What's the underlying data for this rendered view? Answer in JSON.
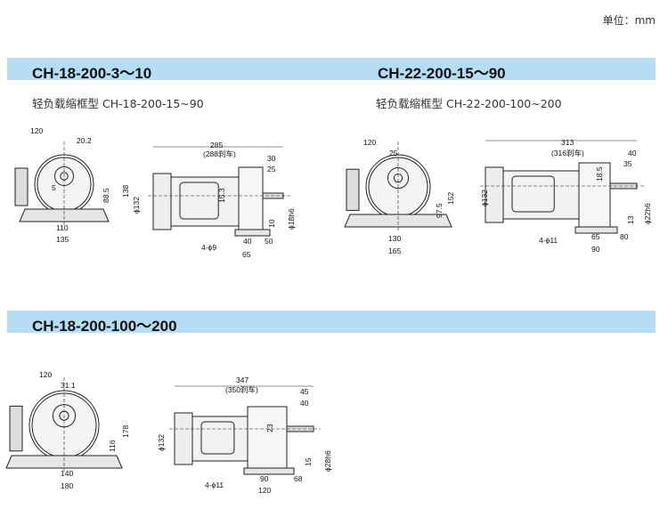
{
  "header": {
    "unit": "单位：mm"
  },
  "sections": [
    {
      "title": "CH-18-200-3～10",
      "subtitle": "轻负载缩框型 CH-18-200-15~90"
    },
    {
      "title": "CH-22-200-15～90",
      "subtitle": "轻负载缩框型 CH-22-200-100~200"
    },
    {
      "title": "CH-18-200-100～200"
    }
  ],
  "drawings": [
    {
      "front": {
        "width_120": "120",
        "shaft_offset": "20.2",
        "height_total": "138",
        "center_height": "88.5",
        "foot_inner": "110",
        "foot_outer": "135",
        "key": "5"
      },
      "side": {
        "length": "285",
        "length_brake": "(288刹车)",
        "shaft_30": "30",
        "shaft_25": "25",
        "gear_offset": "15.3",
        "motor_dia": "ϕ132",
        "shaft_dia": "ϕ18h6",
        "base_h": "10",
        "holes": "4-ϕ9",
        "foot_40": "40",
        "foot_50": "50",
        "foot_65": "65"
      }
    },
    {
      "front": {
        "width_120": "120",
        "shaft_offset": "25",
        "height_total": "152",
        "center_height": "97.5",
        "foot_inner": "130",
        "foot_outer": "165"
      },
      "side": {
        "length": "313",
        "length_brake": "(316刹车)",
        "shaft_40": "40",
        "shaft_35": "35",
        "gear_offset": "18.5",
        "motor_dia": "ϕ132",
        "shaft_dia": "ϕ22h6",
        "base_h": "13",
        "holes": "4-ϕ11",
        "foot_65": "65",
        "foot_80": "80",
        "foot_90": "90"
      }
    },
    {
      "front": {
        "width_120": "120",
        "shaft_offset": "31.1",
        "height_total": "178",
        "center_height": "116",
        "foot_inner": "140",
        "foot_outer": "180"
      },
      "side": {
        "length": "347",
        "length_brake": "(350刹车)",
        "shaft_45": "45",
        "shaft_40": "40",
        "gear_offset": "23",
        "motor_dia": "ϕ132",
        "shaft_dia": "ϕ28h6",
        "base_h": "15",
        "holes": "4-ϕ11",
        "foot_90": "90",
        "foot_68": "68",
        "foot_120": "120"
      }
    }
  ]
}
